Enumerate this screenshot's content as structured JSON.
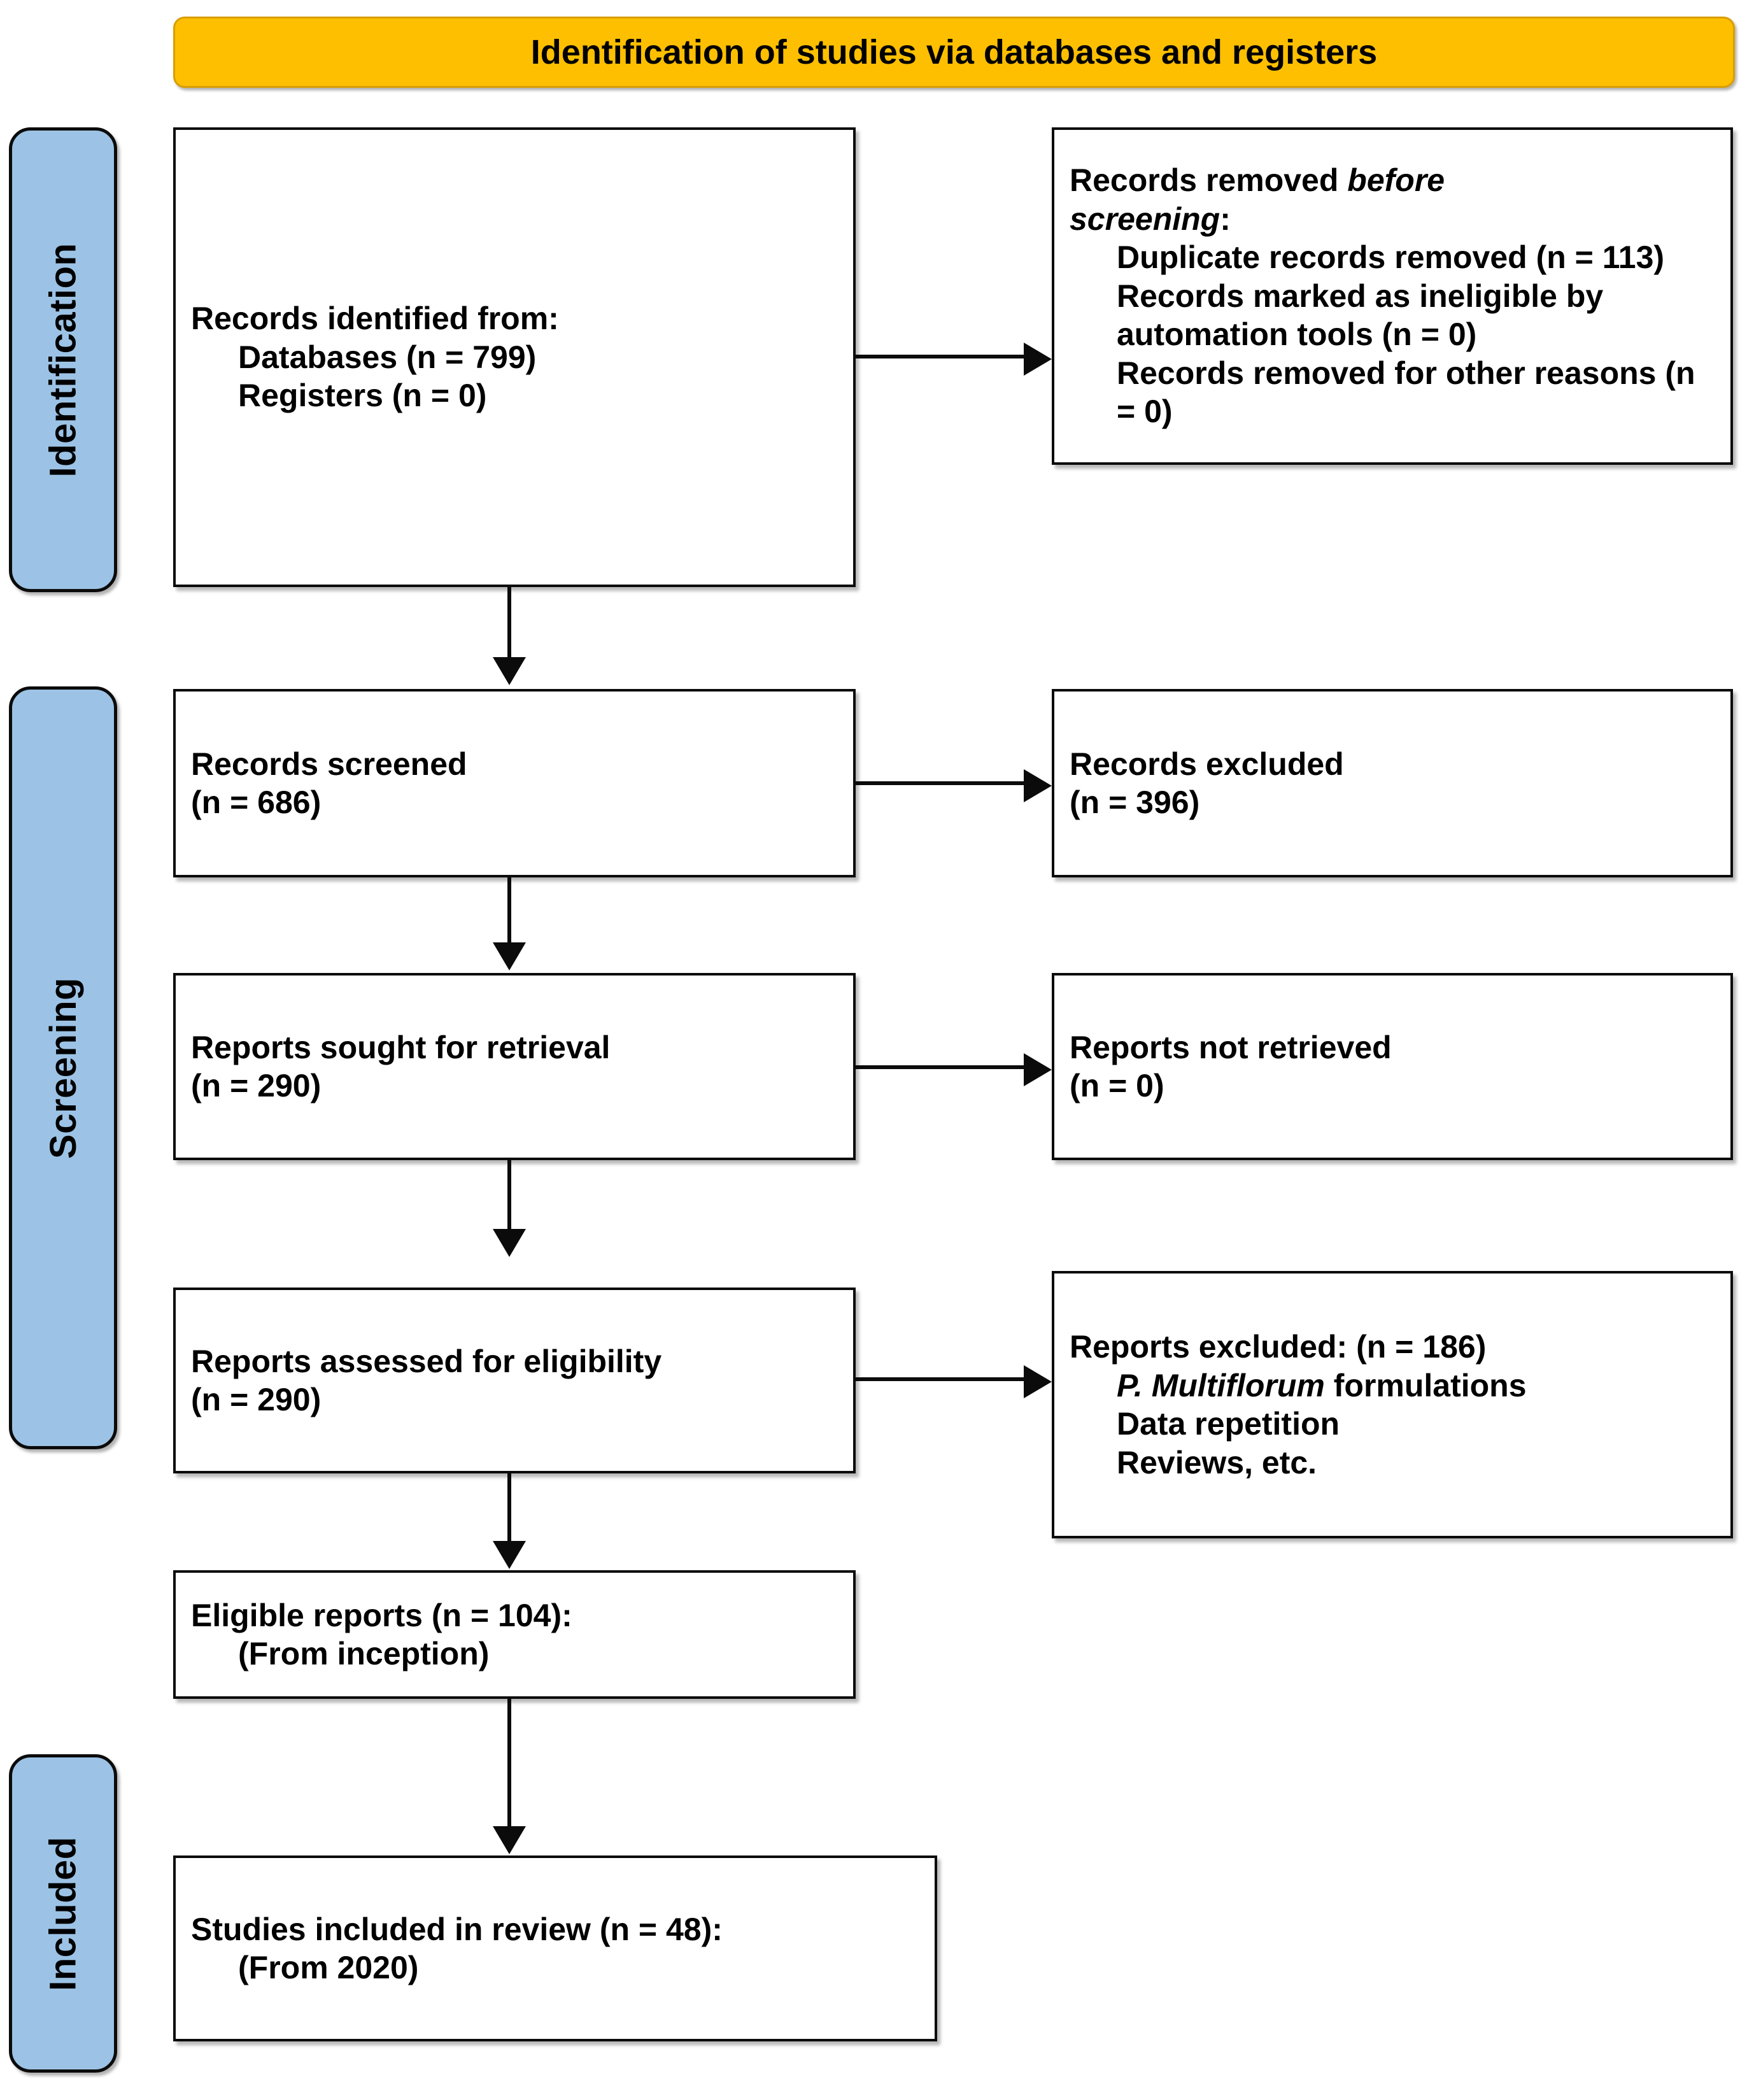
{
  "diagram": {
    "type": "prisma-flow-diagram",
    "banner": {
      "title": "Identification of studies via databases and registers",
      "color": "#FDBF00"
    },
    "stages": [
      {
        "key": "identification",
        "label": "Identification",
        "color": "#9CC3E5"
      },
      {
        "key": "screening",
        "label": "Screening",
        "color": "#9CC3E5"
      },
      {
        "key": "included",
        "label": "Included",
        "color": "#9CC3E5"
      }
    ],
    "boxes": {
      "identified": {
        "line1": "Records identified from:",
        "line2": "Databases (n = 799)",
        "line3": "Registers (n = 0)"
      },
      "removed": {
        "line1_a": "Records removed ",
        "line1_b": "before",
        "line2_a": "screening",
        "line2_b": ":",
        "line3": "Duplicate records removed (n = 113)",
        "line4": "Records marked as ineligible by automation tools (n = 0)",
        "line5": "Records removed for other reasons (n = 0)"
      },
      "screened": {
        "line1": "Records screened",
        "line2": "(n = 686)"
      },
      "records_excluded": {
        "line1": "Records excluded",
        "line2": "(n = 396)"
      },
      "sought": {
        "line1": "Reports sought for retrieval",
        "line2": "(n = 290)"
      },
      "not_retrieved": {
        "line1": "Reports not retrieved",
        "line2": "(n = 0)"
      },
      "assessed": {
        "line1": "Reports assessed for eligibility",
        "line2": "(n = 290)"
      },
      "reports_excluded": {
        "line1": "Reports excluded: (n = 186)",
        "line2_a": "P. Multiflorum",
        "line2_b": " formulations",
        "line3": "Data repetition",
        "line4": "Reviews, etc."
      },
      "eligible": {
        "line1": "Eligible reports (n = 104):",
        "line2": "(From inception)"
      },
      "included": {
        "line1": "Studies included in review (n = 48):",
        "line2": "(From 2020)"
      }
    },
    "counts": {
      "databases": 799,
      "registers": 0,
      "duplicates_removed": 113,
      "ineligible_automation": 0,
      "removed_other": 0,
      "records_screened": 686,
      "records_excluded": 396,
      "reports_sought": 290,
      "reports_not_retrieved": 0,
      "reports_assessed": 290,
      "reports_excluded": 186,
      "eligible_reports": 104,
      "studies_included": 48
    }
  }
}
